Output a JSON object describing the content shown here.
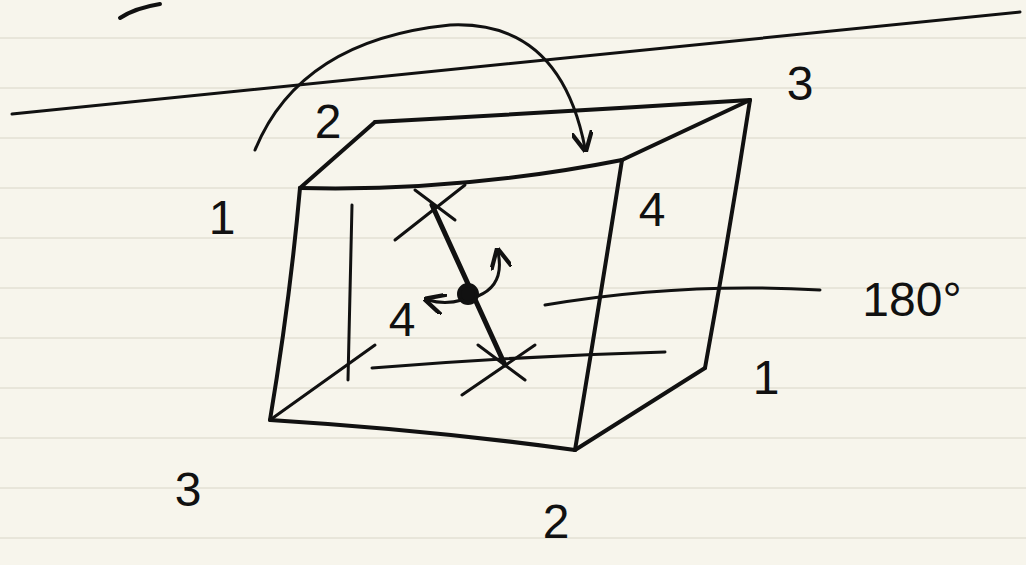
{
  "diagram": {
    "labels": [
      "2",
      "3",
      "1",
      "4",
      "4",
      "180°",
      "1",
      "3",
      "2"
    ]
  }
}
